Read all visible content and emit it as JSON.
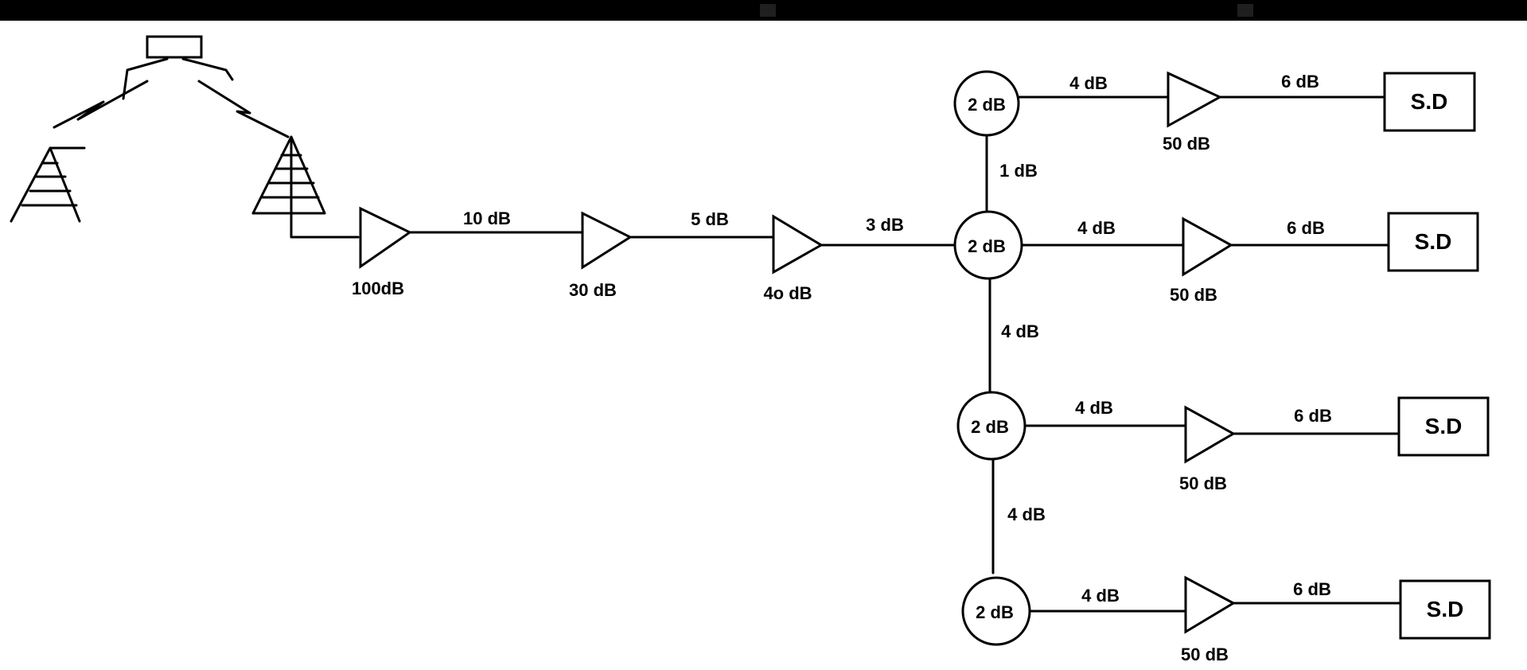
{
  "colors": {
    "background": "#ffffff",
    "stroke": "#000000",
    "top_bar": "#000000"
  },
  "amplifiers": [
    {
      "id": "amp-1",
      "gain": "100dB"
    },
    {
      "id": "amp-2",
      "gain": "30 dB"
    },
    {
      "id": "amp-3",
      "gain": "4o dB"
    },
    {
      "id": "amp-b1",
      "gain": "50 dB"
    },
    {
      "id": "amp-b2",
      "gain": "50 dB"
    },
    {
      "id": "amp-b3",
      "gain": "50 dB"
    },
    {
      "id": "amp-b4",
      "gain": "50 dB"
    }
  ],
  "splitters": [
    {
      "id": "split-1",
      "loss": "2 dB"
    },
    {
      "id": "split-2",
      "loss": "2 dB"
    },
    {
      "id": "split-3",
      "loss": "2 dB"
    },
    {
      "id": "split-4",
      "loss": "2 dB"
    }
  ],
  "trunk_losses": [
    "10 dB",
    "5 dB",
    "3 dB"
  ],
  "vertical_losses": [
    "1 dB",
    "4 dB",
    "4 dB"
  ],
  "branch_losses": [
    {
      "to_amp": "4 dB",
      "to_device": "6 dB"
    },
    {
      "to_amp": "4 dB",
      "to_device": "6 dB"
    },
    {
      "to_amp": "4 dB",
      "to_device": "6 dB"
    },
    {
      "to_amp": "4 dB",
      "to_device": "6 dB"
    }
  ],
  "devices": [
    "S.D",
    "S.D",
    "S.D",
    "S.D"
  ]
}
